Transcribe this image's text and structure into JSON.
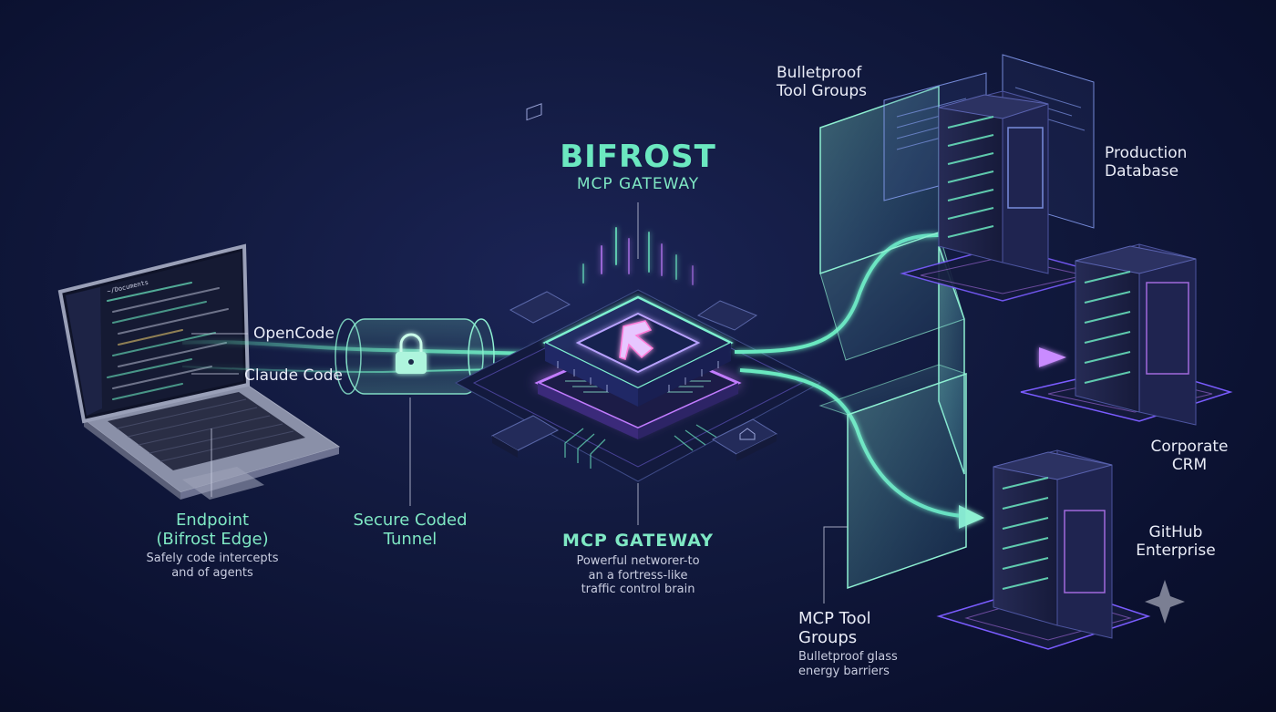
{
  "header": {
    "title": "BIFROST",
    "subtitle": "MCP GATEWAY"
  },
  "laptop": {
    "code_tab": "~/Documents",
    "arrow_top_label": "OpenCode",
    "arrow_bottom_label": "Claude Code"
  },
  "endpoint": {
    "title_line1": "Endpoint",
    "title_line2": "(Bifrost Edge)",
    "desc_line1": "Safely code intercepts",
    "desc_line2": "and of agents"
  },
  "tunnel": {
    "label_line1": "Secure Coded",
    "label_line2": "Tunnel",
    "icon": "lock-icon"
  },
  "gateway": {
    "title": "MCP GATEWAY",
    "desc_line1": "Powerful networer-to",
    "desc_line2": "an a fortress-like",
    "desc_line3": "traffic control brain",
    "chip_icon": "bifrost-logo-icon"
  },
  "tool_groups_top": {
    "line1": "Bulletproof",
    "line2": "Tool Groups"
  },
  "tool_groups_bottom": {
    "title_line1": "MCP Tool",
    "title_line2": "Groups",
    "desc_line1": "Bulletproof glass",
    "desc_line2": "energy barriers"
  },
  "servers": [
    {
      "line1": "Production",
      "line2": "Database"
    },
    {
      "line1": "Corporate",
      "line2": "CRM"
    },
    {
      "line1": "GitHub",
      "line2": "Enterprise"
    }
  ],
  "colors": {
    "mint": "#6be8c0",
    "purple": "#b06cff",
    "background": "#0e1436",
    "server": "#1d2246"
  }
}
